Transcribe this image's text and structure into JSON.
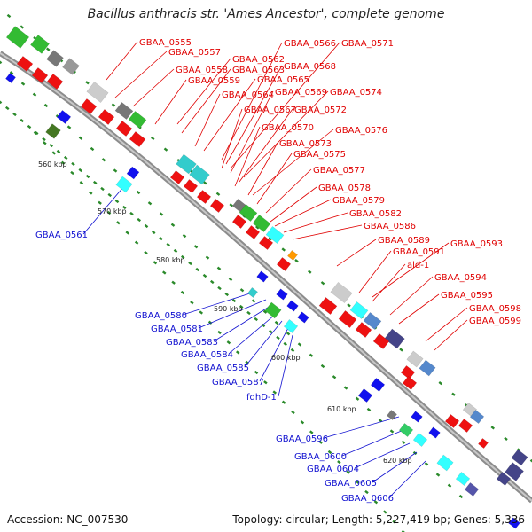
{
  "title": "Bacillus anthracis str. 'Ames Ancestor', complete genome",
  "accession": "Accession: NC_007530",
  "stats": "Topology: circular; Length: 5,227,419 bp; Genes: 5,336",
  "colors": {
    "background": "#ffffff",
    "backbone": "#8c8c8c",
    "forward_label": "#e00000",
    "reverse_label": "#1010d0",
    "tick": "#2a8a2a"
  },
  "scale_labels": [
    "560 kbp",
    "570 kbp",
    "580 kbp",
    "590 kbp",
    "600 kbp",
    "610 kbp",
    "620 kbp"
  ],
  "forward_gene_labels": [
    "GBAA_0555",
    "GBAA_0557",
    "GBAA_0558",
    "GBAA_0559",
    "GBAA_0562",
    "GBAA_0563",
    "GBAA_0564",
    "GBAA_0565",
    "GBAA_0566",
    "GBAA_0571",
    "GBAA_0568",
    "GBAA_0569",
    "GBAA_0574",
    "GBAA_0567",
    "GBAA_0572",
    "GBAA_0570",
    "GBAA_0576",
    "GBAA_0573",
    "GBAA_0575",
    "GBAA_0577",
    "GBAA_0578",
    "GBAA_0579",
    "GBAA_0582",
    "GBAA_0586",
    "GBAA_0589",
    "GBAA_0593",
    "GBAA_0591",
    "ald-1",
    "GBAA_0594",
    "GBAA_0595",
    "GBAA_0598",
    "GBAA_0599"
  ],
  "reverse_gene_labels": [
    "GBAA_0561",
    "GBAA_0580",
    "GBAA_0581",
    "GBAA_0583",
    "GBAA_0584",
    "GBAA_0585",
    "GBAA_0587",
    "fdhD-1",
    "GBAA_0596",
    "GBAA_0600",
    "GBAA_0604",
    "GBAA_0605",
    "GBAA_0606"
  ]
}
